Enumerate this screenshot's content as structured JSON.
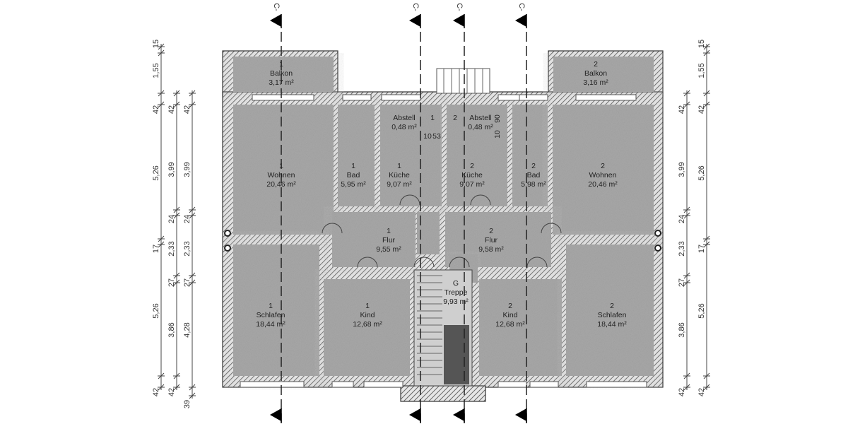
{
  "section_markers": {
    "top": [
      "C-",
      "C-",
      "C-",
      "C-"
    ]
  },
  "rooms": [
    {
      "unit": "1",
      "name": "Balkon",
      "area": "3,17 m²"
    },
    {
      "unit": "2",
      "name": "Balkon",
      "area": "3,16 m²"
    },
    {
      "unit": "1",
      "name": "Wohnen",
      "area": "20,46 m²"
    },
    {
      "unit": "1",
      "name": "Bad",
      "area": "5,95 m²"
    },
    {
      "unit": "1",
      "name": "Küche",
      "area": "9,07 m²"
    },
    {
      "unit": "1",
      "name": "Abstell",
      "area": "0,48 m²"
    },
    {
      "unit": "2",
      "name": "Abstell",
      "area": "0,48 m²"
    },
    {
      "unit": "2",
      "name": "Küche",
      "area": "9,07 m²"
    },
    {
      "unit": "2",
      "name": "Bad",
      "area": "5,98 m²"
    },
    {
      "unit": "2",
      "name": "Wohnen",
      "area": "20,46 m²"
    },
    {
      "unit": "1",
      "name": "Flur",
      "area": "9,55 m²"
    },
    {
      "unit": "2",
      "name": "Flur",
      "area": "9,58 m²"
    },
    {
      "unit": "G",
      "name": "Treppe",
      "area": "9,93 m²"
    },
    {
      "unit": "1",
      "name": "Schlafen",
      "area": "18,44 m²"
    },
    {
      "unit": "1",
      "name": "Kind",
      "area": "12,68 m²"
    },
    {
      "unit": "2",
      "name": "Kind",
      "area": "12,68 m²"
    },
    {
      "unit": "2",
      "name": "Schlafen",
      "area": "18,44 m²"
    }
  ],
  "small_dims": [
    "10",
    "53",
    "10",
    "90"
  ],
  "dimension_chains": {
    "left_outer": [
      "15",
      "1,55",
      "42",
      "5,26",
      "17",
      "5,26",
      "42"
    ],
    "left_middle": [
      "42",
      "3,99",
      "24",
      "2,33",
      "27",
      "3,86",
      "42"
    ],
    "left_inner": [
      "42",
      "3,99",
      "24",
      "2,33",
      "27",
      "4,28",
      "39"
    ],
    "right_inner": [
      "42",
      "3,99",
      "24",
      "2,33",
      "27",
      "3,86",
      "42"
    ],
    "right_outer": [
      "15",
      "1,55",
      "42",
      "5,26",
      "17",
      "5,26",
      "42"
    ]
  },
  "colors": {
    "room_fill": "#a8a8a8",
    "wall": "#8a8a8a",
    "line": "#333333"
  }
}
